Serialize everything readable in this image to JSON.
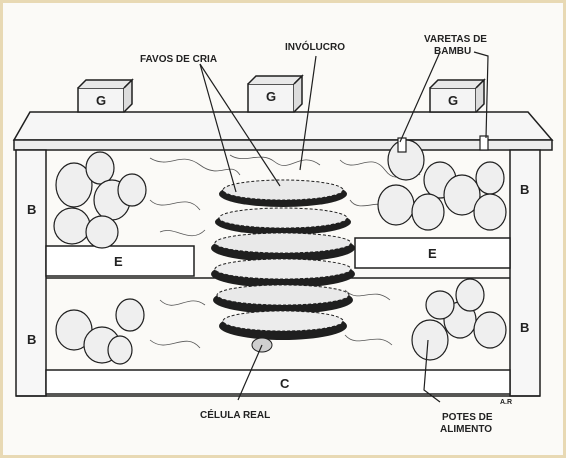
{
  "labels": {
    "favos": "FAVOS DE CRIA",
    "involucro": "INVÓLUCRO",
    "varetas_line1": "VARETAS DE",
    "varetas_line2": "BAMBU",
    "celula_real": "CÉLULA REAL",
    "potes_line1": "POTES DE",
    "potes_line2": "ALIMENTO",
    "top_box": "G",
    "side_box": "B",
    "separator": "E",
    "bottom_floor": "C",
    "author_mark": "A.R"
  },
  "colors": {
    "ink": "#1f1f1f",
    "paper": "#fbfaf7",
    "frame": "#e8d9b4",
    "comb": "#d9d9d9"
  }
}
